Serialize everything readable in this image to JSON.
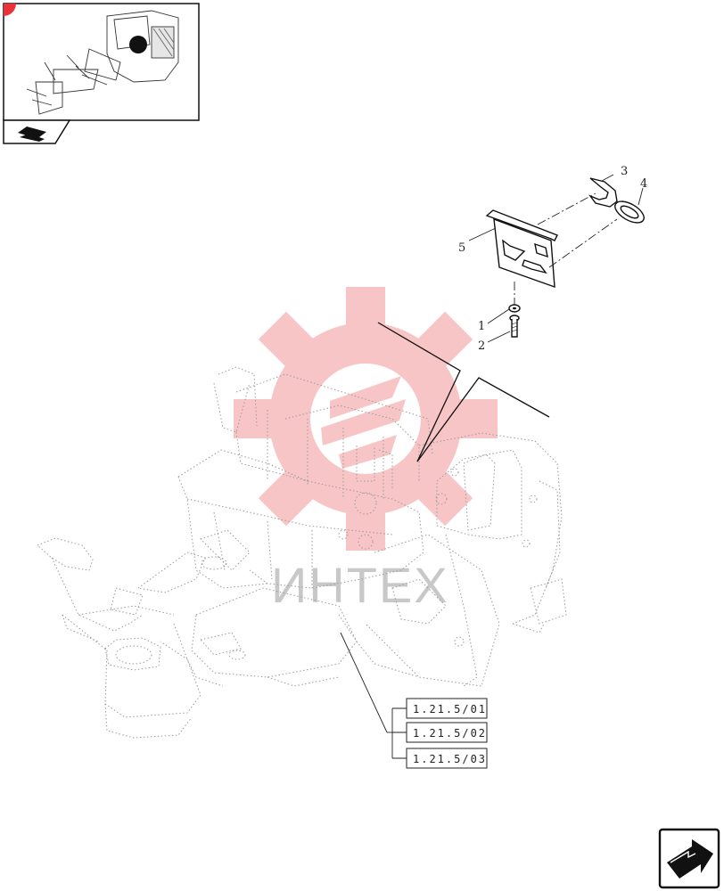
{
  "callouts": {
    "part1": "1",
    "part2": "2",
    "part3": "3",
    "part4": "4",
    "part5": "5"
  },
  "references": [
    {
      "code": "1.21.5/01"
    },
    {
      "code": "1.21.5/02"
    },
    {
      "code": "1.21.5/03"
    }
  ],
  "watermark": {
    "text": "ИНТЕХ",
    "color": "#e8333a"
  },
  "navigation": {
    "thumbnail_icon": "bookmark-icon",
    "next_icon": "next-page-arrow-icon"
  },
  "colors": {
    "line": "#111111",
    "frame_dotted": "#9a9a9a",
    "marker": "#e8333a"
  }
}
